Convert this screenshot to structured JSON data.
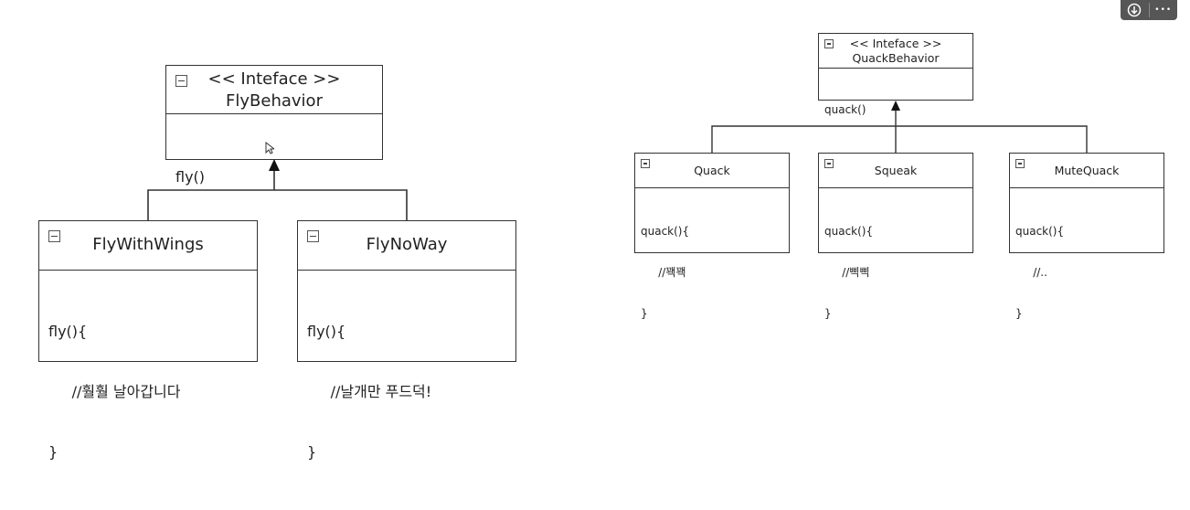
{
  "toolbar": {
    "download_icon": "download-icon",
    "more_icon": "more-icon",
    "more_glyph": "•••"
  },
  "fly_diagram": {
    "interface": {
      "stereotype": "<< Inteface >>",
      "name": "FlyBehavior",
      "method": "fly()"
    },
    "fly_with_wings": {
      "name": "FlyWithWings",
      "body_open": "fly(){",
      "body_comment": "//훨훨 날아갑니다",
      "body_close": "}"
    },
    "fly_no_way": {
      "name": "FlyNoWay",
      "body_open": "fly(){",
      "body_comment": "//날개만 푸드덕!",
      "body_close": "}"
    }
  },
  "quack_diagram": {
    "interface": {
      "stereotype": "<< Inteface >>",
      "name": "QuackBehavior",
      "method": "quack()"
    },
    "quack": {
      "name": "Quack",
      "body_open": "quack(){",
      "body_comment": "//꽥꽥",
      "body_close": "}"
    },
    "squeak": {
      "name": "Squeak",
      "body_open": "quack(){",
      "body_comment": "//삑삑",
      "body_close": "}"
    },
    "mute_quack": {
      "name": "MuteQuack",
      "body_open": "quack(){",
      "body_comment": "//..",
      "body_close": "}"
    }
  }
}
